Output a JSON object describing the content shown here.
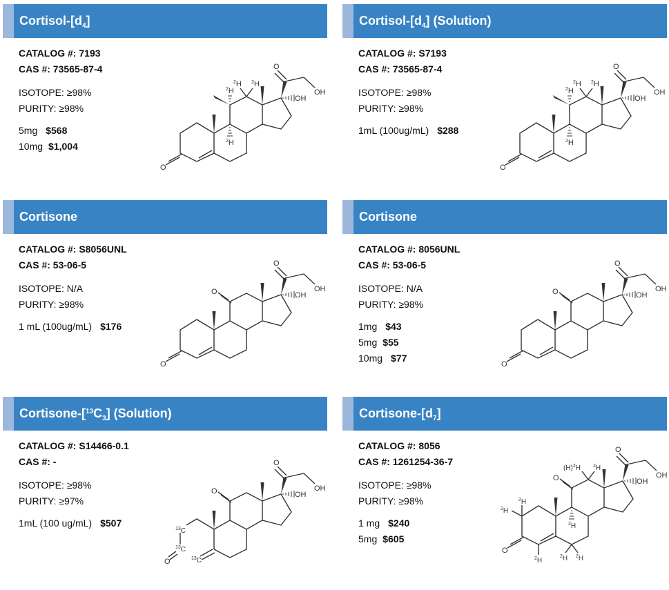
{
  "products": [
    {
      "title": {
        "name": "Cortisol-[d",
        "sub": "4",
        "suffix": "]"
      },
      "catalog_label": "CATALOG #:",
      "catalog": "7193",
      "cas_label": "CAS #:",
      "cas": "73565-87-4",
      "isotope_label": "ISOTOPE:",
      "isotope": "≥98%",
      "purity_label": "PURITY:",
      "purity": "≥98%",
      "prices": [
        {
          "size": "5mg",
          "price": "$568"
        },
        {
          "size": "10mg",
          "price": "$1,004"
        }
      ],
      "structure": "cortisol-d4"
    },
    {
      "title": {
        "name": "Cortisol-[d",
        "sub": "4",
        "suffix": "] (Solution)"
      },
      "catalog_label": "CATALOG #:",
      "catalog": "S7193",
      "cas_label": "CAS #:",
      "cas": "73565-87-4",
      "isotope_label": "ISOTOPE:",
      "isotope": "≥98%",
      "purity_label": "PURITY:",
      "purity": "≥98%",
      "prices": [
        {
          "size": "1mL (100ug/mL)",
          "price": "$288"
        }
      ],
      "structure": "cortisol-d4"
    },
    {
      "title": {
        "name": "Cortisone",
        "sub": "",
        "suffix": ""
      },
      "catalog_label": "CATALOG #:",
      "catalog": "S8056UNL",
      "cas_label": "CAS #:",
      "cas": "53-06-5",
      "isotope_label": "ISOTOPE:",
      "isotope": "N/A",
      "purity_label": "PURITY:",
      "purity": "≥98%",
      "prices": [
        {
          "size": "1 mL (100ug/mL)",
          "price": "$176"
        }
      ],
      "structure": "cortisone"
    },
    {
      "title": {
        "name": "Cortisone",
        "sub": "",
        "suffix": ""
      },
      "catalog_label": "CATALOG #:",
      "catalog": "8056UNL",
      "cas_label": "CAS #:",
      "cas": "53-06-5",
      "isotope_label": "ISOTOPE:",
      "isotope": "N/A",
      "purity_label": "PURITY:",
      "purity": "≥98%",
      "prices": [
        {
          "size": "1mg",
          "price": "$43"
        },
        {
          "size": "5mg",
          "price": "$55"
        },
        {
          "size": "10mg",
          "price": "$77"
        }
      ],
      "structure": "cortisone"
    },
    {
      "title": {
        "name": "Cortisone-[",
        "sup": "13",
        "mid": "C",
        "sub": "3",
        "suffix": "] (Solution)"
      },
      "catalog_label": "CATALOG #:",
      "catalog": "S14466-0.1",
      "cas_label": "CAS #:",
      "cas": "-",
      "isotope_label": "ISOTOPE:",
      "isotope": "≥98%",
      "purity_label": "PURITY:",
      "purity": "≥97%",
      "prices": [
        {
          "size": "1mL (100 ug/mL)",
          "price": "$507"
        }
      ],
      "structure": "cortisone-13c3"
    },
    {
      "title": {
        "name": "Cortisone-[d",
        "sub": "7",
        "suffix": "]"
      },
      "catalog_label": "CATALOG #:",
      "catalog": "8056",
      "cas_label": "CAS #:",
      "cas": "1261254-36-7",
      "isotope_label": "ISOTOPE:",
      "isotope": "≥98%",
      "purity_label": "PURITY:",
      "purity": "≥98%",
      "prices": [
        {
          "size": "1 mg",
          "price": "$240"
        },
        {
          "size": "5mg",
          "price": "$605"
        }
      ],
      "structure": "cortisone-d7"
    }
  ],
  "colors": {
    "header": "#3883c4",
    "accent": "#9bb7dc",
    "text": "#111111"
  },
  "atom_labels": {
    "O": "O",
    "OH": "OH",
    "H": "H",
    "D": "2",
    "C": "C",
    "C13": "13",
    "HparD": "(H)"
  }
}
